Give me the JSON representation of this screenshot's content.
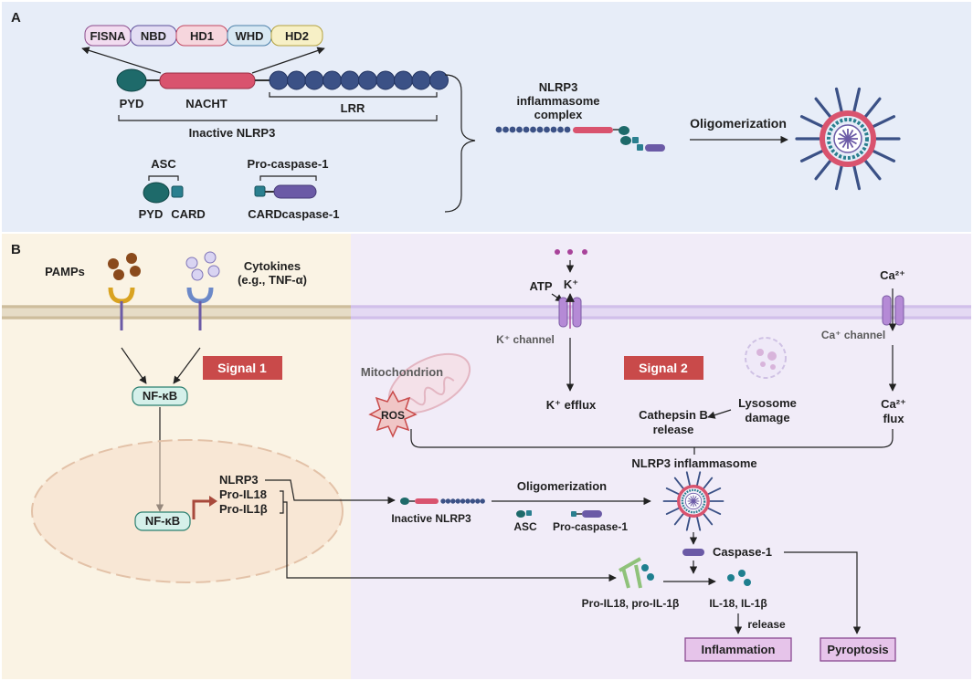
{
  "colors": {
    "panel_a_bg": "#e7edf8",
    "signal1_bg": "#faf3e4",
    "signal2_bg": "#f1ecf8",
    "nacht": "#d9536e",
    "lrr": "#3b5186",
    "pyd": "#1e6a6a",
    "card": "#2a7f8f",
    "caspase": "#6b5aa6",
    "signal_box": "#c94a4a"
  },
  "panel_a": {
    "label": "A",
    "domains": [
      "FISNA",
      "NBD",
      "HD1",
      "WHD",
      "HD2"
    ],
    "pyd_label": "PYD",
    "nacht_label": "NACHT",
    "lrr_label": "LRR",
    "inactive_label": "Inactive NLRP3",
    "asc_label": "ASC",
    "asc_pyd": "PYD",
    "asc_card": "CARD",
    "procasp_label": "Pro-caspase-1",
    "procasp_card": "CARD",
    "procasp_casp": "caspase-1",
    "complex_label": [
      "NLRP3",
      "inflammasome",
      "complex"
    ],
    "oligomerization": "Oligomerization"
  },
  "panel_b": {
    "label": "B",
    "pamps": "PAMPs",
    "cytokines": [
      "Cytokines",
      "(e.g., TNF-α)"
    ],
    "signal1": "Signal 1",
    "signal2": "Signal 2",
    "nfkb": "NF-κB",
    "nfkb_nucleus": "NF-κB",
    "genes": [
      "NLRP3",
      "Pro-IL18",
      "Pro-IL1β"
    ],
    "inactive_nlrp3": "Inactive NLRP3",
    "oligomerization": "Oligomerization",
    "asc": "ASC",
    "procasp": "Pro-caspase-1",
    "atp": "ATP",
    "k_ion": "K⁺",
    "k_channel": "K⁺ channel",
    "k_efflux": "K⁺ efflux",
    "ca_ion": "Ca²⁺",
    "ca_channel": "Ca⁺ channel",
    "ca_flux": [
      "Ca²⁺",
      "flux"
    ],
    "mitochondrion": "Mitochondrion",
    "ros": "ROS",
    "lysosome": [
      "Lysosome",
      "damage"
    ],
    "cathepsin": [
      "Cathepsin B",
      "release"
    ],
    "nlrp3_inflammasome": "NLRP3 inflammasome",
    "caspase1": "Caspase-1",
    "pro_il": "Pro-IL18, pro-IL-1β",
    "il": "IL-18, IL-1β",
    "release": "release",
    "inflammation": "Inflammation",
    "pyroptosis": "Pyroptosis"
  }
}
